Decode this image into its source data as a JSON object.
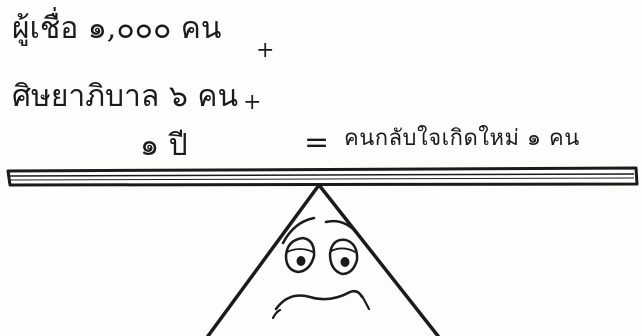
{
  "equation": {
    "line1": "ผู้เชื่อ ๑,๐๐๐ คน",
    "plus1": "+",
    "line2": "ศิษยาภิบาล ๖ คน",
    "plus2": "+",
    "line3": "๑ ปี",
    "equals": "=",
    "result": "คนกลับใจเกิดใหม่ ๑ คน"
  },
  "illustration": {
    "seesaw": "plank balanced on a triangle fulcrum",
    "fulcrum_face": "sad-face",
    "ink_color": "#1b1b1b"
  }
}
